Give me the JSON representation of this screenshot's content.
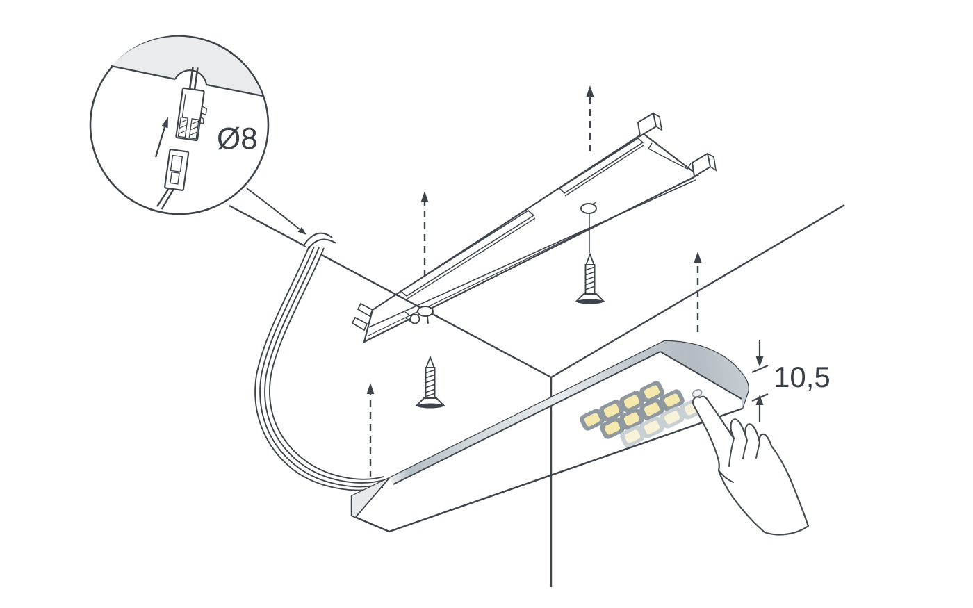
{
  "figure": {
    "kind": "installation-instruction-diagram",
    "subject": "under-cabinet LED touch light mounting"
  },
  "labels": {
    "drill_hole_diameter": "Ø8",
    "light_thickness_mm": "10,5"
  },
  "colors": {
    "line": "#3e444b",
    "panel_section_fill": "#e9ebec",
    "plate_fill": "#eceeef",
    "rail_fill": "#dde2e5",
    "band_gray": "#b6bfc5",
    "led_ring": "#8e989e",
    "led_lit": "#f4e8ad",
    "led_front_ring": "#c9d0d4",
    "led_front_lit": "#f8f3d8"
  },
  "parts": {
    "detail_callout": "connector-through-hole-detail",
    "mounting_plate": "mounting-plate",
    "screws": "fixing-screws",
    "light_fixture": "led-light-bar",
    "touch_sensor": "touch-sensor",
    "hand": "pointing-hand",
    "arrows": "upward-install-arrows"
  }
}
